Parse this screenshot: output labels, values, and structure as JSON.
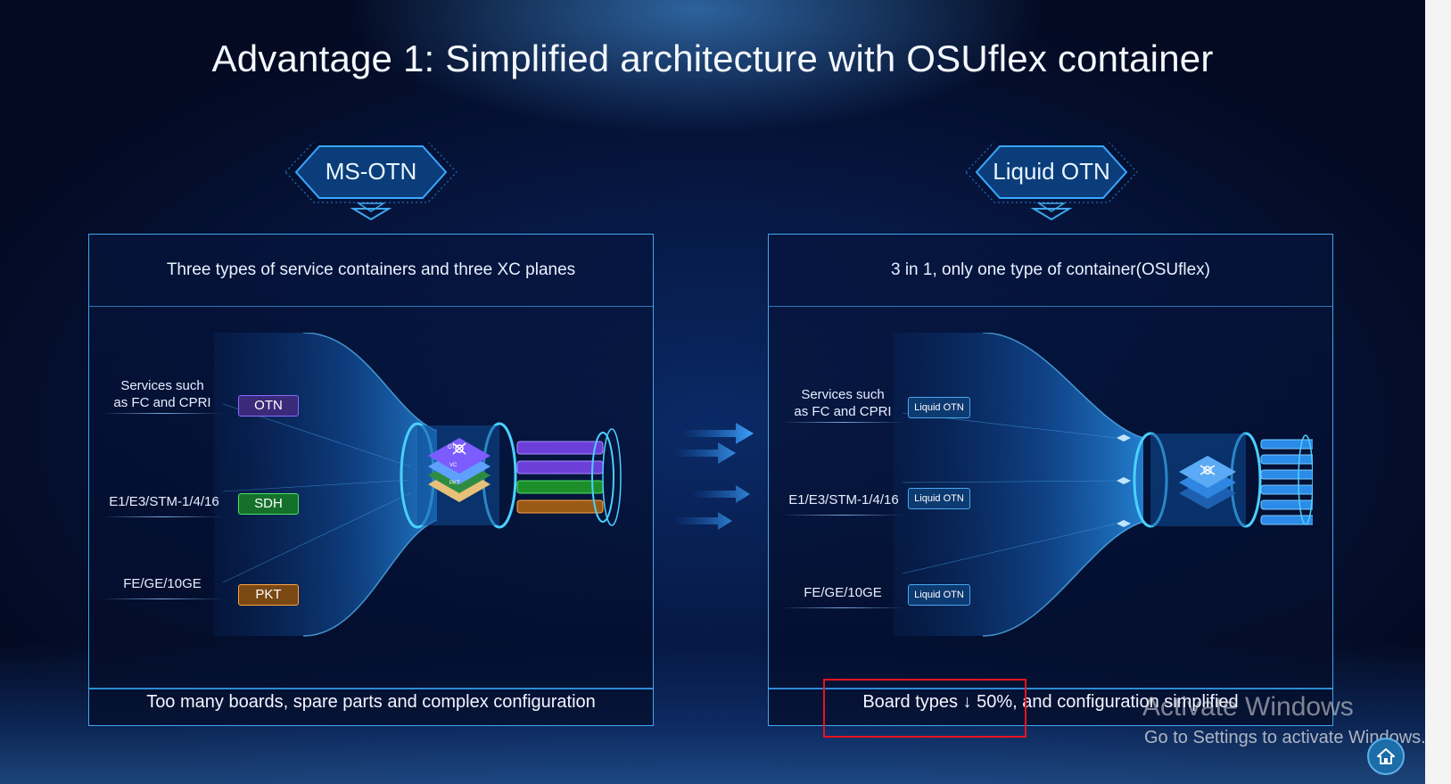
{
  "title": "Advantage 1: Simplified architecture with OSUflex container",
  "left": {
    "badge": "MS-OTN",
    "header": "Three types of service containers and three XC planes",
    "rows": [
      {
        "service_line1": "Services such",
        "service_line2": "as FC and CPRI",
        "tag": "OTN"
      },
      {
        "service_line1": "E1/E3/STM-1/4/16",
        "service_line2": "",
        "tag": "SDH"
      },
      {
        "service_line1": "FE/GE/10GE",
        "service_line2": "",
        "tag": "PKT"
      }
    ],
    "footer": "Too many boards, spare parts and complex configuration",
    "stack_labels": [
      "OTN",
      "VC",
      "PKT"
    ]
  },
  "right": {
    "badge": "Liquid OTN",
    "header": "3 in 1, only one type of container(OSUflex)",
    "rows": [
      {
        "service_line1": "Services such",
        "service_line2": "as FC and CPRI",
        "tag": "Liquid OTN"
      },
      {
        "service_line1": "E1/E3/STM-1/4/16",
        "service_line2": "",
        "tag": "Liquid OTN"
      },
      {
        "service_line1": "FE/GE/10GE",
        "service_line2": "",
        "tag": "Liquid OTN"
      }
    ],
    "footer": "Board types ↓ 50%, and configuration simplified"
  },
  "watermark": {
    "line1": "Activate Windows",
    "line2": "Go to Settings to activate Windows."
  },
  "colors": {
    "otn": "#8a6cff",
    "sdh": "#4ee06a",
    "pkt": "#ffa347",
    "liquid": "#4aa8f0",
    "highlight": "#e8141c"
  },
  "icons": [
    "home-icon",
    "crossconnect-icon",
    "arrow-right-icon"
  ]
}
